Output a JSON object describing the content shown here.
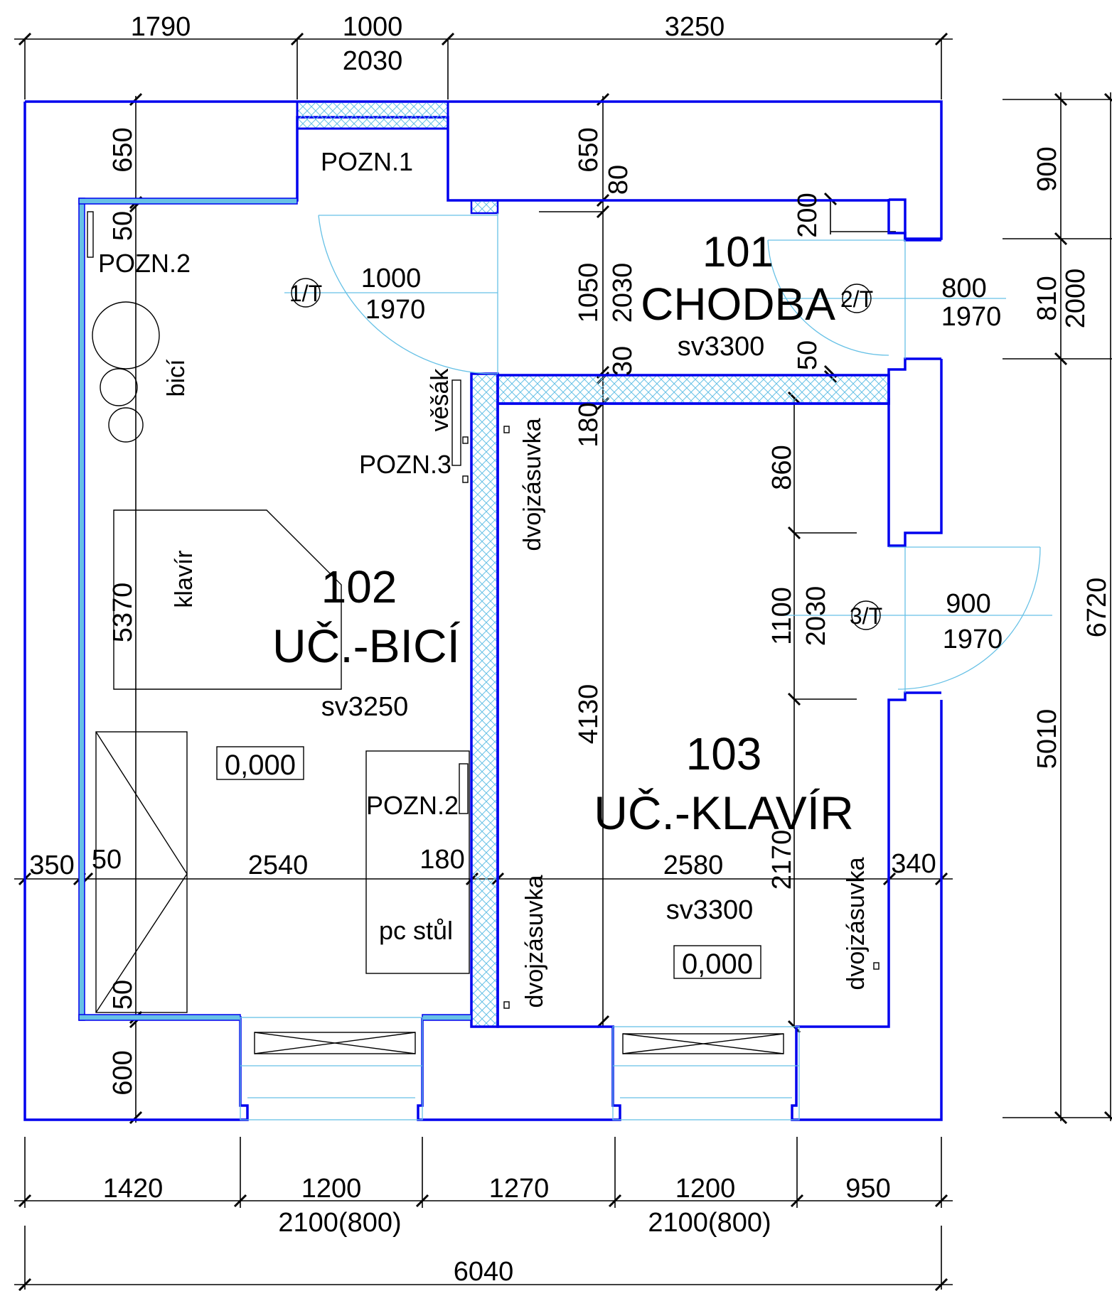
{
  "colors": {
    "wall": "#0000ee",
    "finish_layer": "#67c1e6",
    "door_arc": "#67c1e6",
    "hatch": "#67c1e6",
    "dimension": "#000000"
  },
  "rooms": [
    {
      "number": "101",
      "name": "CHODBA",
      "height": "sv3300"
    },
    {
      "number": "102",
      "name": "UČ.-BICÍ",
      "height": "sv3250",
      "level": "0,000"
    },
    {
      "number": "103",
      "name": "UČ.-KLAVÍR",
      "height": "sv3300",
      "level": "0,000"
    }
  ],
  "doors": [
    {
      "tag": "1/T",
      "width": "1000",
      "height": "1970"
    },
    {
      "tag": "2/T",
      "width": "800",
      "height": "1970"
    },
    {
      "tag": "3/T",
      "width": "900",
      "height": "1970"
    }
  ],
  "notes": {
    "pozn1": "POZN.1",
    "pozn2_top": "POZN.2",
    "pozn2_desk": "POZN.2",
    "pozn3": "POZN.3"
  },
  "furniture": {
    "drums": "bicí",
    "piano": "klavír",
    "desk": "pc stůl",
    "hanger": "věšák",
    "socket_1": "dvojzásuvka",
    "socket_2": "dvojzásuvka",
    "socket_3": "dvojzásuvka"
  },
  "dimensions": {
    "top": {
      "d1": "1790",
      "d2": "1000",
      "d2_sub": "2030",
      "d3": "3250"
    },
    "bottom_row": {
      "d1": "1420",
      "d2": "1200",
      "d2_sub": "2100(800)",
      "d3": "1270",
      "d4": "1200",
      "d4_sub": "2100(800)",
      "d5": "950"
    },
    "bottom_total": "6040",
    "right": {
      "d1": "900",
      "d2": "810",
      "d2_side": "2000",
      "d3": "5010",
      "total": "6720"
    },
    "left_vertical": {
      "d1": "650",
      "d2": "50",
      "d3": "5370",
      "d4": "50",
      "d5": "600"
    },
    "middle_vertical": {
      "d1": "650",
      "d2": "80",
      "d3": "1050",
      "d3_side": "2030",
      "d4": "30",
      "d5": "180",
      "d6": "4130"
    },
    "room103_vertical": {
      "d1": "200",
      "d2": "50",
      "d3": "860",
      "d4": "1100",
      "d4_side": "2030",
      "d5": "2170"
    },
    "horizontal": {
      "h1": "350",
      "h2": "50",
      "h3": "2540",
      "h4": "180",
      "h5": "2580",
      "h6": "340"
    }
  }
}
